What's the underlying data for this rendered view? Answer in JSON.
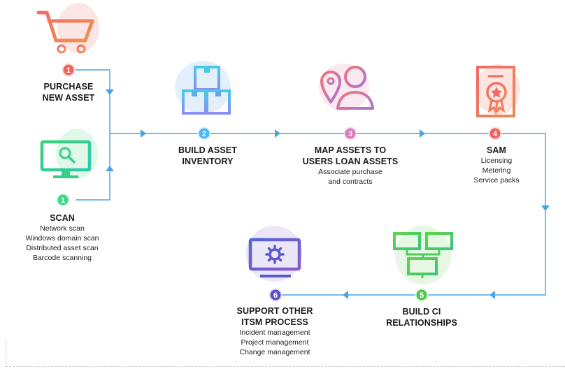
{
  "steps": [
    {
      "number": "1",
      "title": [
        "PURCHASE",
        "NEW ASSET"
      ],
      "details": [],
      "color": "#f0645c"
    },
    {
      "number": "1",
      "title": [
        "SCAN"
      ],
      "details": [
        "Network scan",
        "Windows domain scan",
        "Distributed asset scan",
        "Barcode scanning"
      ],
      "color": "#3dd68c"
    },
    {
      "number": "2",
      "title": [
        "BUILD ASSET",
        "INVENTORY"
      ],
      "details": [],
      "color": "#4db8f0"
    },
    {
      "number": "3",
      "title": [
        "MAP ASSETS TO",
        "USERS LOAN ASSETS"
      ],
      "details": [
        "Associate purchase",
        "and contracts"
      ],
      "color": "#d87ab8"
    },
    {
      "number": "4",
      "title": [
        "SAM"
      ],
      "details": [
        "Licensing",
        "Metering",
        "Service packs"
      ],
      "color": "#f0605a"
    },
    {
      "number": "5",
      "title": [
        "BUILD CI",
        "RELATIONSHIPS"
      ],
      "details": [],
      "color": "#4cc94c"
    },
    {
      "number": "6",
      "title": [
        "SUPPORT OTHER",
        "ITSM PROCESS"
      ],
      "details": [
        "Incident management",
        "Project management",
        "Change management"
      ],
      "color": "#5a4fc4"
    }
  ],
  "icons": [
    "shopping-cart-icon",
    "monitor-search-icon",
    "boxes-inventory-icon",
    "location-user-icon",
    "certificate-icon",
    "network-ci-icon",
    "monitor-gear-icon"
  ],
  "colors": {
    "connector": "#4aa3e0"
  }
}
